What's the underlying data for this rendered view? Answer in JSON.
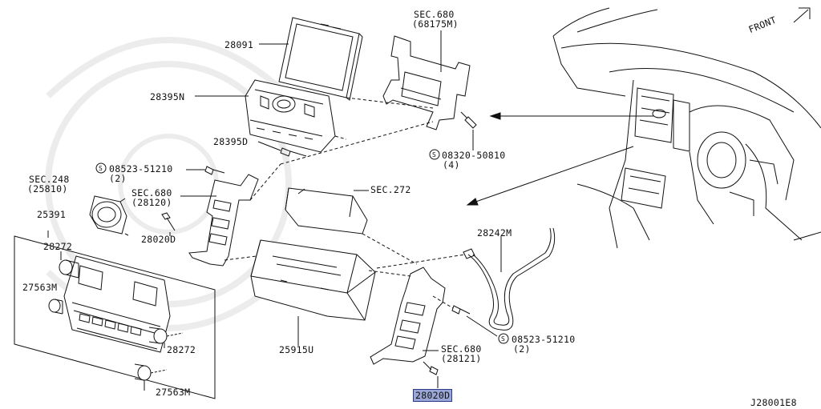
{
  "diagram": {
    "highlight_color": "#9aa6d6",
    "labels": {
      "p28091": "28091",
      "p28395N": "28395N",
      "p28395D": "28395D",
      "sec680_a": "SEC.680",
      "sec680_a_sub": "(68175M)",
      "bolt_08320": "08320-50810",
      "bolt_08320_qty": "(4)",
      "front": "FRONT",
      "bolt_08523_a": "08523-51210",
      "bolt_08523_a_qty": "(2)",
      "sec248": "SEC.248",
      "sec248_sub": "(25810)",
      "sec680_b": "SEC.680",
      "sec680_b_sub": "(28120)",
      "p28020D_a": "28020D",
      "sec272": "SEC.272",
      "p25391": "25391",
      "p28272_a": "28272",
      "p27563M_a": "27563M",
      "p28272_b": "28272",
      "p27563M_b": "27563M",
      "p28242M": "28242M",
      "bolt_08523_b": "08523-51210",
      "bolt_08523_b_qty": "(2)",
      "p25915U": "25915U",
      "sec680_c": "SEC.680",
      "sec680_c_sub": "(28121)",
      "p28020D_b": "28020D",
      "diagram_id": "J28001E8"
    }
  }
}
